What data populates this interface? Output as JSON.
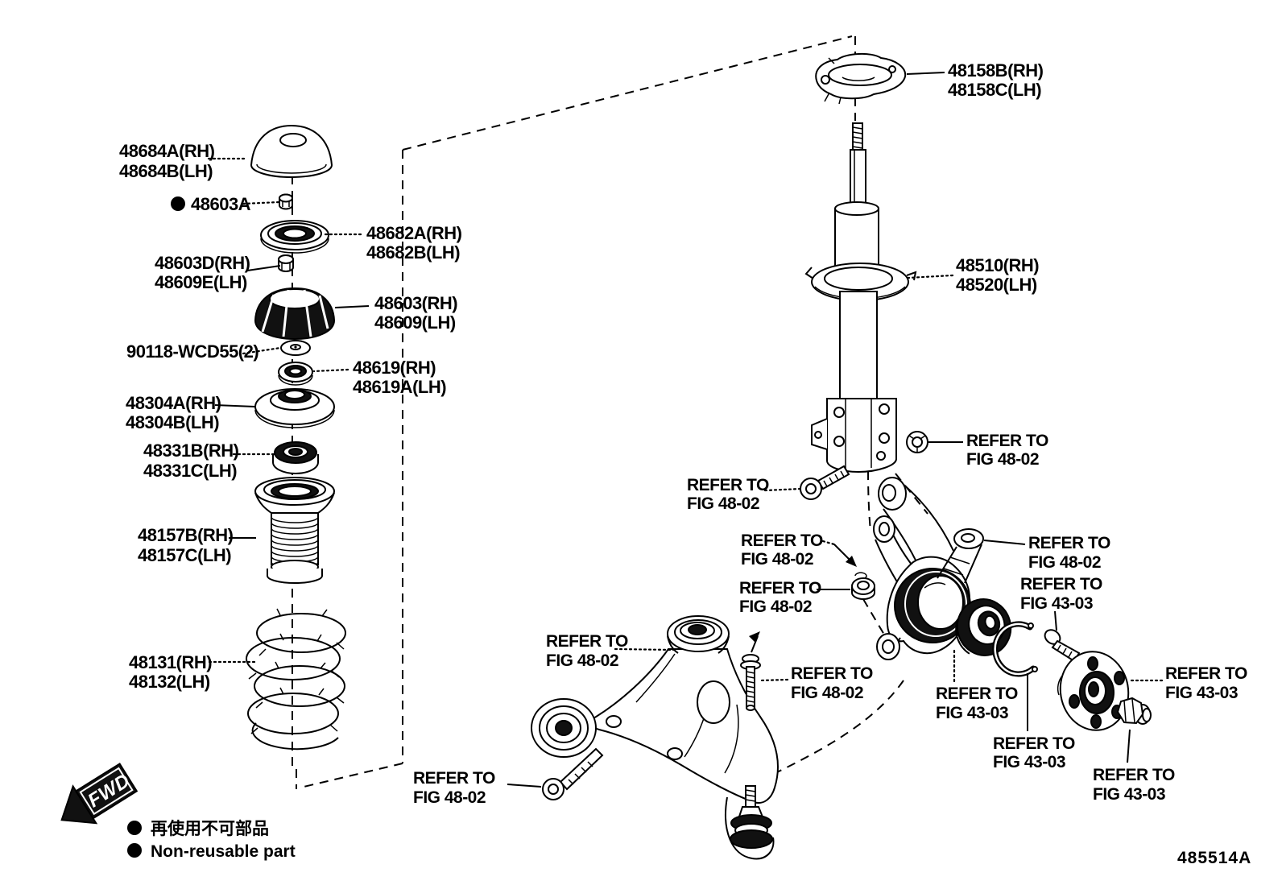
{
  "figure_code": "485514A",
  "fwd_label": "FWD",
  "legend": {
    "jp": "再使用不可部品",
    "en": "Non-reusable part"
  },
  "part_labels": [
    {
      "line1": "48684A(RH)",
      "line2": "48684B(LH)"
    },
    {
      "line1": "48603A",
      "line2": ""
    },
    {
      "line1": "48682A(RH)",
      "line2": "48682B(LH)"
    },
    {
      "line1": "48603D(RH)",
      "line2": "48609E(LH)"
    },
    {
      "line1": "48603(RH)",
      "line2": "48609(LH)"
    },
    {
      "line1": "90118-WCD55(2)",
      "line2": ""
    },
    {
      "line1": "48619(RH)",
      "line2": "48619A(LH)"
    },
    {
      "line1": "48304A(RH)",
      "line2": "48304B(LH)"
    },
    {
      "line1": "48331B(RH)",
      "line2": "48331C(LH)"
    },
    {
      "line1": "48157B(RH)",
      "line2": "48157C(LH)"
    },
    {
      "line1": "48131(RH)",
      "line2": "48132(LH)"
    },
    {
      "line1": "48158B(RH)",
      "line2": "48158C(LH)"
    },
    {
      "line1": "48510(RH)",
      "line2": "48520(LH)"
    }
  ],
  "ref_labels": [
    {
      "line1": "REFER TO",
      "line2": "FIG 48-02"
    },
    {
      "line1": "REFER TO",
      "line2": "FIG 48-02"
    },
    {
      "line1": "REFER TO",
      "line2": "FIG 48-02"
    },
    {
      "line1": "REFER TO",
      "line2": "FIG 48-02"
    },
    {
      "line1": "REFER TO",
      "line2": "FIG 48-02"
    },
    {
      "line1": "REFER TO",
      "line2": "FIG 48-02"
    },
    {
      "line1": "REFER TO",
      "line2": "FIG 43-03"
    },
    {
      "line1": "REFER TO",
      "line2": "FIG 48-02"
    },
    {
      "line1": "REFER TO",
      "line2": "FIG 43-03"
    },
    {
      "line1": "REFER TO",
      "line2": "FIG 43-03"
    },
    {
      "line1": "REFER TO",
      "line2": "FIG 43-03"
    },
    {
      "line1": "REFER TO",
      "line2": "FIG 43-03"
    },
    {
      "line1": "REFER TO",
      "line2": "FIG 48-02"
    }
  ]
}
